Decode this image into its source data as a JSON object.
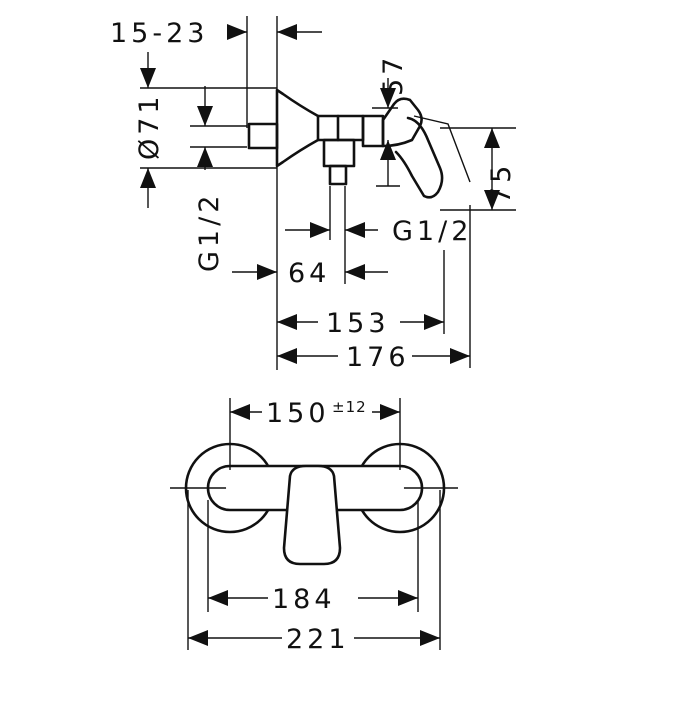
{
  "dimensions": {
    "d15_23": "15-23",
    "d57": "57",
    "d71": "Ø71",
    "d75": "75",
    "g12_left": "G1/2",
    "g12_right": "G1/2",
    "d64": "64",
    "d153": "153",
    "d176": "176",
    "d150": "150",
    "d150_tol": "±12",
    "d184": "184",
    "d221": "221"
  }
}
